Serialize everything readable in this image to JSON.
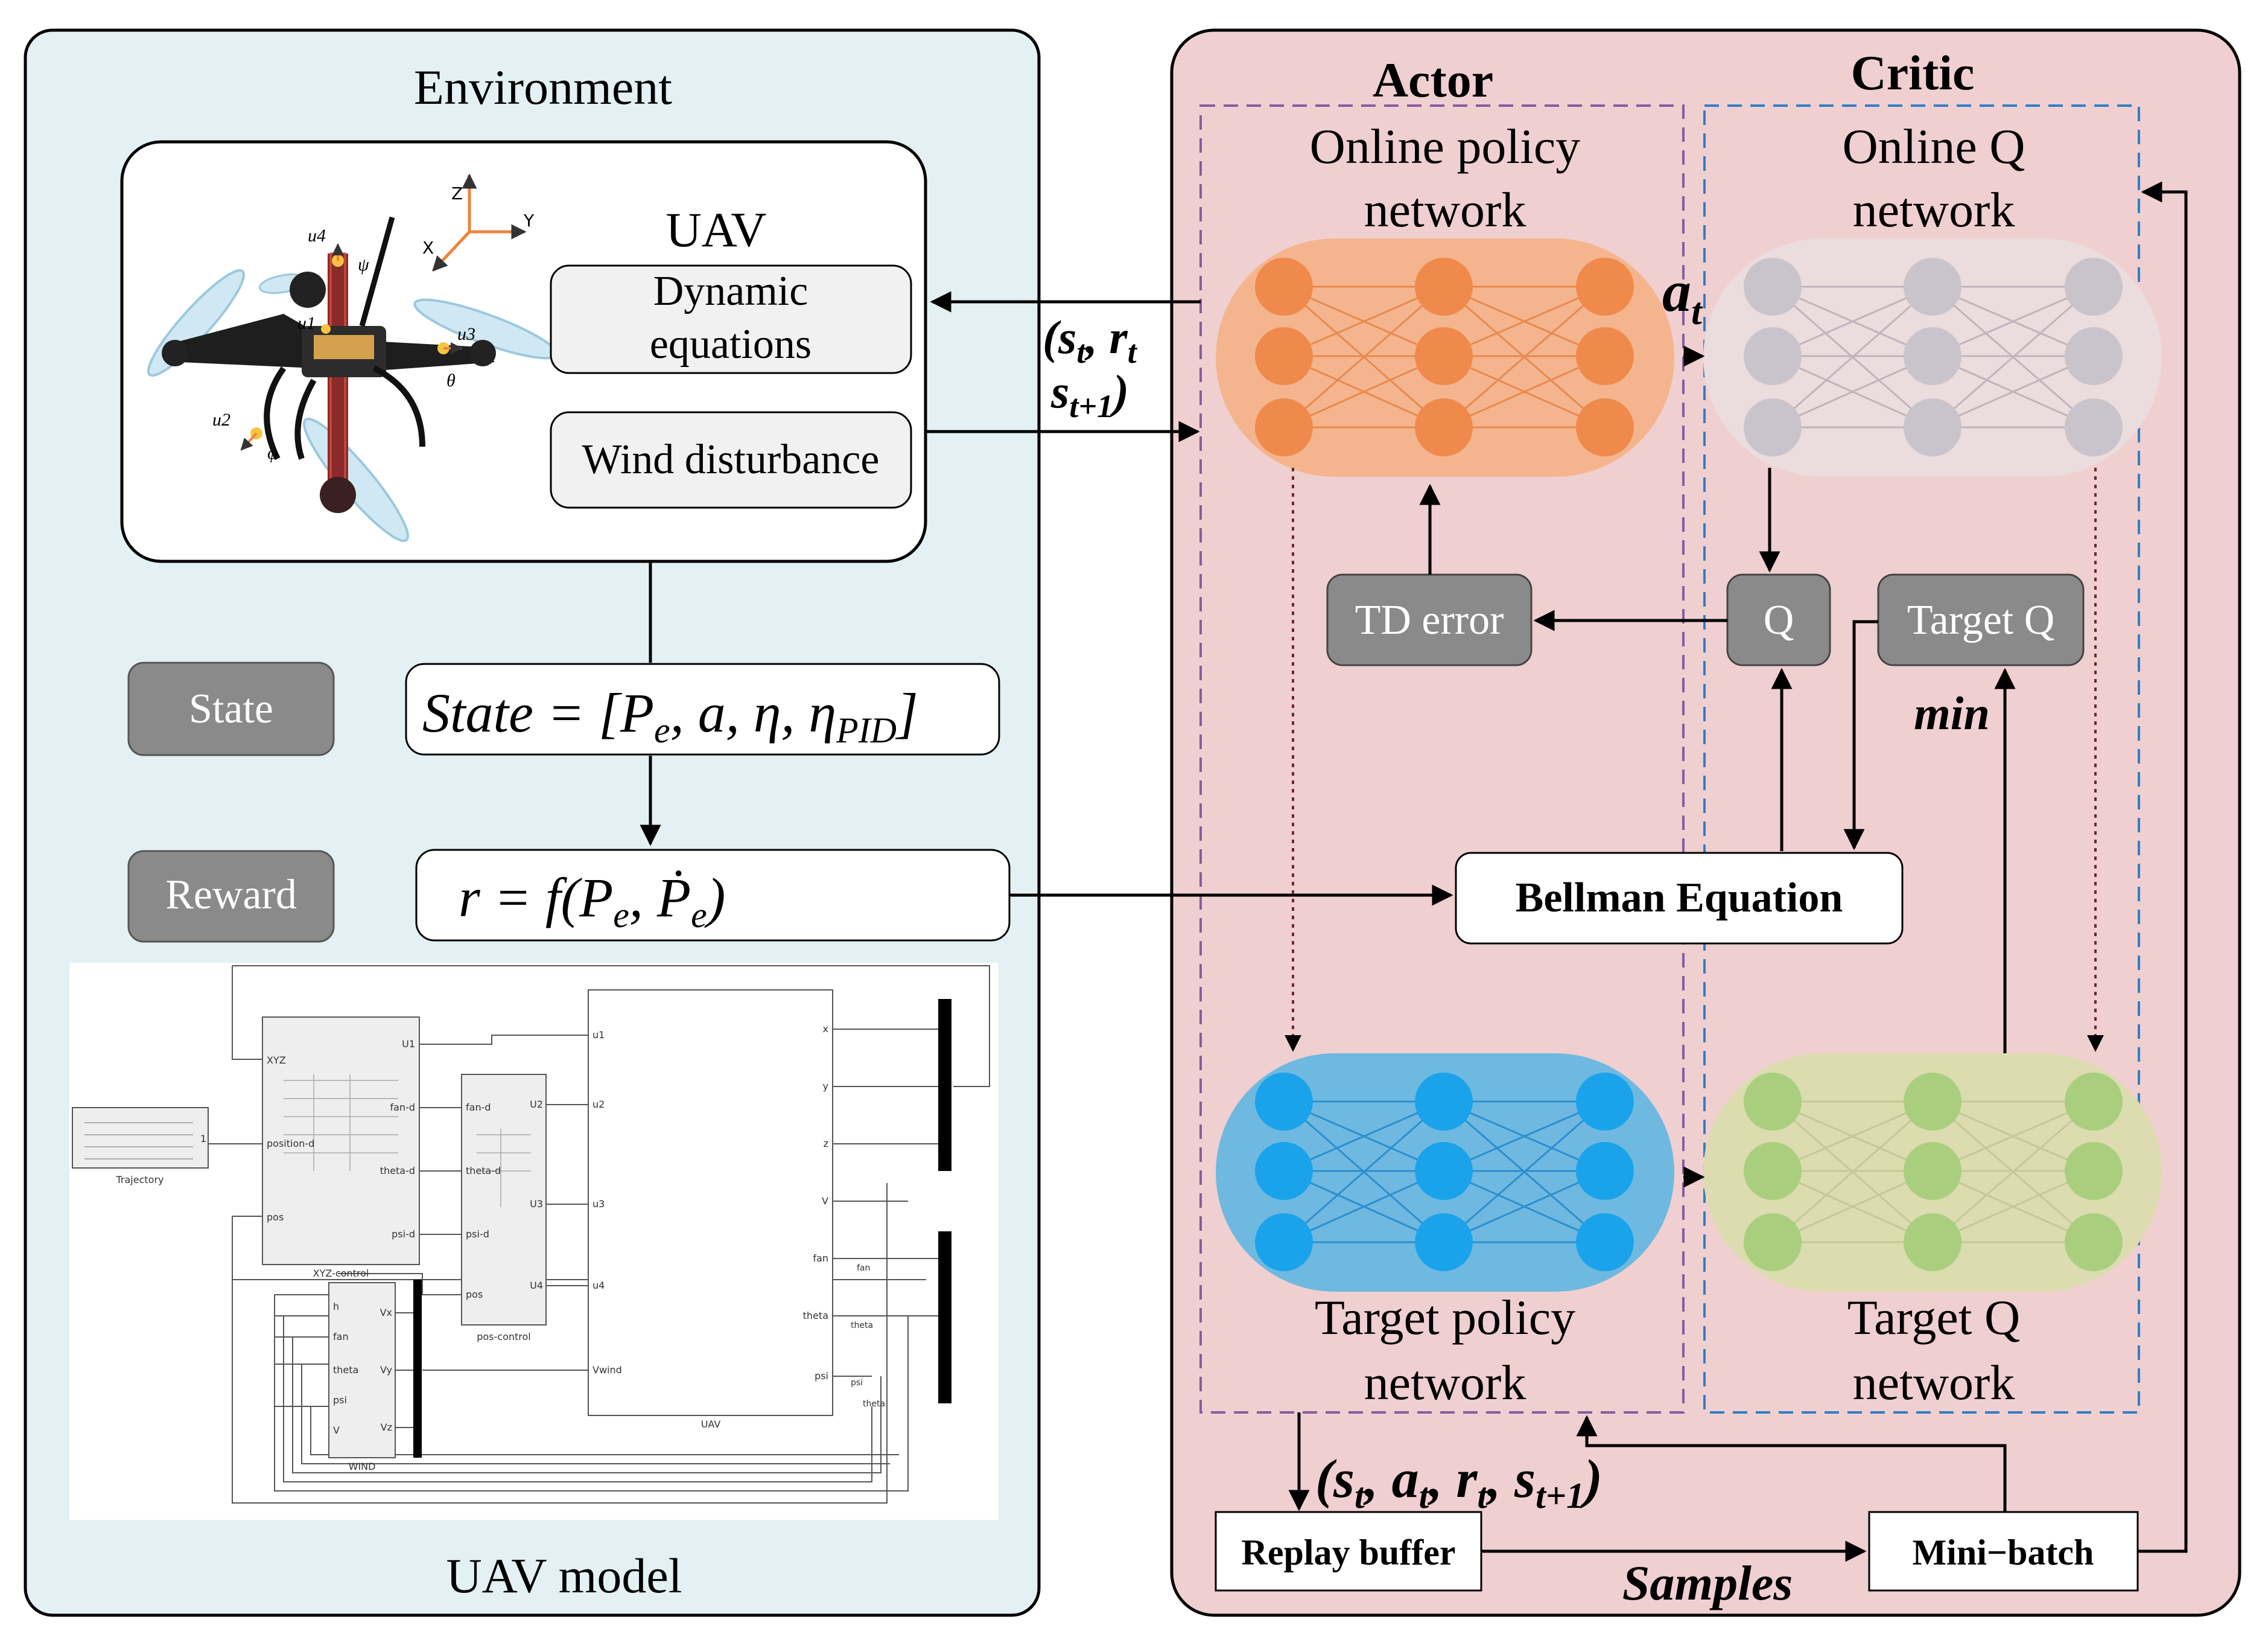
{
  "environment": {
    "title": "Environment",
    "uav_label": "UAV",
    "dynamic_line1": "Dynamic",
    "dynamic_line2": "equations",
    "wind_label": "Wind disturbance",
    "axes": {
      "z": "Z",
      "y": "Y",
      "x": "X"
    },
    "drone_symbols": {
      "u4": "u4",
      "psi": "ψ",
      "u1": "u1",
      "u3": "u3",
      "theta": "θ",
      "u2": "u2",
      "phi": "φ"
    },
    "state_button": "State",
    "state_formula": "State = [Pe, a, η, ηPID]",
    "reward_button": "Reward",
    "reward_formula": "r = f(Pe, Ṗe)",
    "model_caption": "UAV model",
    "simulink": {
      "trajectory": "Trajectory",
      "traj_port": "1",
      "xyz_block": "XYZ-control",
      "xyz_inputs": [
        "XYZ",
        "position-d",
        "pos"
      ],
      "xyz_outputs": [
        "U1",
        "fan-d",
        "theta-d",
        "psi-d"
      ],
      "pos_block": "pos-control",
      "pos_inputs": [
        "fan-d",
        "theta-d",
        "psi-d",
        "pos"
      ],
      "pos_outputs": [
        "U2",
        "U3",
        "U4"
      ],
      "uav_block": "UAV",
      "uav_inputs": [
        "u1",
        "u2",
        "u3",
        "u4",
        "Vwind"
      ],
      "uav_outputs": [
        "x",
        "y",
        "z",
        "V",
        "fan",
        "theta",
        "psi"
      ],
      "wind_block": "WIND",
      "wind_inputs": [
        "h",
        "fan",
        "theta",
        "psi",
        "V"
      ],
      "wind_outputs": [
        "Vx",
        "Vy",
        "Vz"
      ],
      "signal_labels": [
        "fan",
        "theta",
        "psi",
        "theta"
      ]
    }
  },
  "agent": {
    "actor_title": "Actor",
    "critic_title": "Critic",
    "online_policy_l1": "Online policy",
    "online_policy_l2": "network",
    "online_q_l1": "Online Q",
    "online_q_l2": "network",
    "target_policy_l1": "Target policy",
    "target_policy_l2": "network",
    "target_q_l1": "Target Q",
    "target_q_l2": "network",
    "action_label": "a",
    "action_sub": "t",
    "td_error": "TD error",
    "q": "Q",
    "target_q": "Target Q",
    "min_label": "min",
    "bellman": "Bellman Equation",
    "replay_buffer": "Replay buffer",
    "mini_batch": "Mini−batch",
    "samples": "Samples",
    "transition_tuple": "(st, at, rt, st+1)",
    "obs_tuple_l1": "(st, rt",
    "obs_tuple_l2": "st+1)"
  },
  "colors": {
    "env_panel": "#e3f0f4",
    "agent_panel": "#f0cfd0",
    "online_policy_bg": "#f4b58e",
    "online_policy_node": "#ef8a4c",
    "online_q_bg": "#ebdcdd",
    "online_q_node": "#c9c4cc",
    "target_policy_bg": "#6fb9e0",
    "target_policy_node": "#1aa3ea",
    "target_q_bg": "#dcdcb0",
    "target_q_node": "#a9cf7e",
    "gray_button": "#8a8a8a",
    "actor_dash": "#8a5aa0",
    "critic_dash": "#2f7fc6"
  }
}
